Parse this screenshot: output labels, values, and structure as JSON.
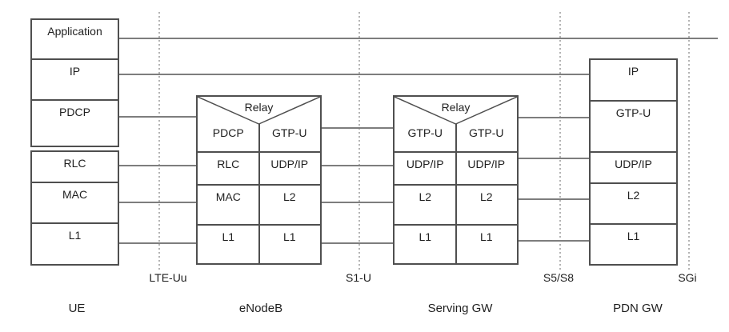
{
  "colors": {
    "background": "#ffffff",
    "box_border": "#4f4f4f",
    "connector_line": "#7d7d7d",
    "interface_dotted_line": "#b3b3b3",
    "text": "#1f1f1f"
  },
  "ue": {
    "node_label": "UE",
    "upper_stack": {
      "layers": [
        "Application",
        "IP",
        "PDCP"
      ]
    },
    "lower_stack": {
      "layers": [
        "RLC",
        "MAC",
        "L1"
      ]
    }
  },
  "enodeb": {
    "node_label": "eNodeB",
    "relay_label": "Relay",
    "left_column": [
      "PDCP",
      "RLC",
      "MAC",
      "L1"
    ],
    "right_column": [
      "GTP-U",
      "UDP/IP",
      "L2",
      "L1"
    ]
  },
  "serving_gw": {
    "node_label": "Serving GW",
    "relay_label": "Relay",
    "left_column": [
      "GTP-U",
      "UDP/IP",
      "L2",
      "L1"
    ],
    "right_column": [
      "GTP-U",
      "UDP/IP",
      "L2",
      "L1"
    ]
  },
  "pdn_gw": {
    "node_label": "PDN GW",
    "layers": [
      "IP",
      "GTP-U",
      "UDP/IP",
      "L2",
      "L1"
    ]
  },
  "interfaces": {
    "lte_uu": "LTE-Uu",
    "s1_u": "S1-U",
    "s5_s8": "S5/S8",
    "sgi": "SGi"
  }
}
